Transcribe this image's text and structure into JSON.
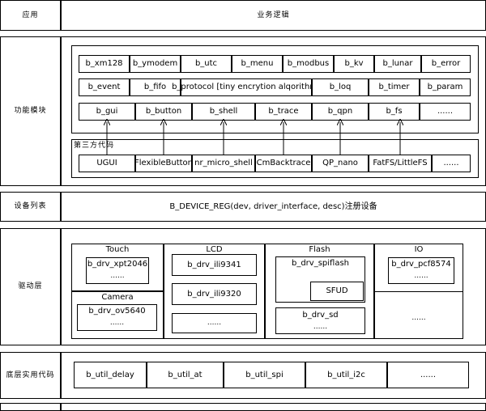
{
  "layers": {
    "app": "应用",
    "business": "业务逻辑",
    "functional": "功能模块",
    "device_list": "设备列表",
    "device_reg": "B_DEVICE_REG(dev, driver_interface, desc)注册设备",
    "driver": "驱动层",
    "util": "底层实用代码"
  },
  "modules": {
    "row1": [
      "b_xm128",
      "b_ymodem",
      "b_utc",
      "b_menu",
      "b_modbus",
      "b_kv",
      "b_lunar",
      "b_error"
    ],
    "row2": [
      "b_event",
      "b_fifo",
      "b_protocol [tiny encrytion alqorithm]",
      "b_loq",
      "b_timer",
      "b_param"
    ],
    "row3": [
      "b_gui",
      "b_button",
      "b_shell",
      "b_trace",
      "b_qpn",
      "b_fs",
      "......"
    ]
  },
  "third_party": {
    "title": "第三方代码",
    "items": [
      "UGUI",
      "FlexibleButton",
      "nr_micro_shell",
      "CmBacktrace",
      "QP_nano",
      "FatFS/LittleFS",
      "......"
    ]
  },
  "drivers": {
    "touch": {
      "title": "Touch",
      "item": "b_drv_xpt2046",
      "more": "......"
    },
    "camera": {
      "title": "Camera",
      "item": "b_drv_ov5640",
      "more": "......"
    },
    "lcd": {
      "title": "LCD",
      "items": [
        "b_drv_ili9341",
        "b_drv_ili9320"
      ],
      "more": "......"
    },
    "flash": {
      "title": "Flash",
      "item": "b_drv_spiflash",
      "sub": "SFUD",
      "item2": "b_drv_sd",
      "more": "......"
    },
    "io": {
      "title": "IO",
      "item": "b_drv_pcf8574",
      "more": "......",
      "more2": "......"
    }
  },
  "utils": [
    "b_util_delay",
    "b_util_at",
    "b_util_spi",
    "b_util_i2c",
    "......"
  ]
}
